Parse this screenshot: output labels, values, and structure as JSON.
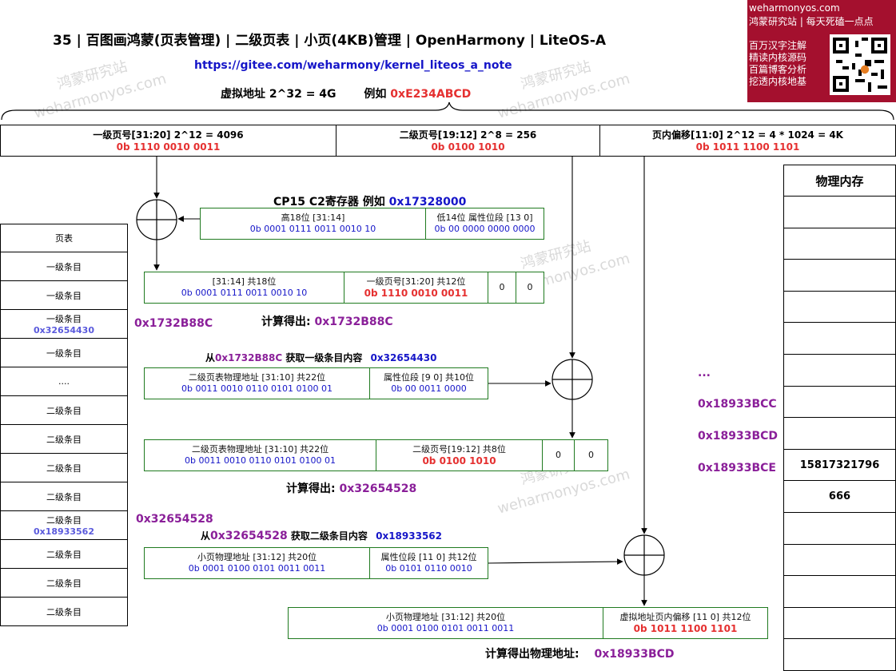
{
  "title": "35 | 百图画鸿蒙(页表管理) | 二级页表 | 小页(4KB)管理 | OpenHarmony | LiteOS-A",
  "url": "https://gitee.com/weharmony/kernel_liteos_a_note",
  "vaddr": {
    "label": "虚拟地址  2^32 = 4G",
    "example_label": "例如",
    "example_value": "0xE234ABCD"
  },
  "brand": {
    "site": "weharmonyos.com",
    "slogan": "鸿蒙研究站 | 每天死磕一点点",
    "lines": [
      "百万汉字注解",
      "精读内核源码",
      "百篇博客分析",
      "挖透内核地基"
    ]
  },
  "watermarks": [
    "鸿蒙研究站",
    "weharmonyos.com"
  ],
  "vfields": [
    {
      "label": "一级页号[31:20]  2^12 = 4096",
      "bits": "0b 1110 0010 0011"
    },
    {
      "label": "二级页号[19:12]  2^8 = 256",
      "bits": "0b 0100 1010"
    },
    {
      "label": "页内偏移[11:0]   2^12 =  4 * 1024 = 4K",
      "bits": "0b 1011 1100 1101"
    }
  ],
  "cp15": {
    "title": "CP15 C2寄存器 例如",
    "value": "0x17328000",
    "high_label": "高18位 [31:14]",
    "high_bits": "0b 0001 0111 0011 0010 10",
    "low_label": "低14位  属性位段 [13 0]",
    "low_bits": "0b 00 0000 0000 0000"
  },
  "l1addr": {
    "a_label": "[31:14] 共18位",
    "a_bits": "0b 0001 0111 0011 0010 10",
    "b_label": "一级页号[31:20]  共12位",
    "b_bits": "0b 1110 0010 0011",
    "z1": "0",
    "z2": "0",
    "result_label": "计算得出:",
    "result_value": "0x1732B88C",
    "side_value": "0x1732B88C"
  },
  "l1fetch": {
    "from": "从",
    "addr": "0x1732B88C",
    "mid": "获取一级条目内容",
    "value": "0x32654430"
  },
  "l1entry": {
    "a_label": "二级页表物理地址 [31:10] 共22位",
    "a_bits": "0b 0011 0010 0110 0101 0100 01",
    "b_label": "属性位段 [9 0]  共10位",
    "b_bits": "0b 00 0011 0000"
  },
  "l2addr": {
    "a_label": "二级页表物理地址 [31:10] 共22位",
    "a_bits": "0b 0011 0010 0110 0101 0100 01",
    "b_label": "二级页号[19:12]  共8位",
    "b_bits": "0b 0100 1010",
    "z1": "0",
    "z2": "0",
    "result_label": "计算得出:",
    "result_value": "0x32654528",
    "side_value": "0x32654528"
  },
  "l2fetch": {
    "from": "从",
    "addr": "0x32654528",
    "mid": "获取二级条目内容",
    "value": "0x18933562"
  },
  "l2entry": {
    "a_label": "小页物理地址 [31:12] 共20位",
    "a_bits": "0b 0001 0100 0101 0011 0011",
    "b_label": "属性位段 [11 0]  共12位",
    "b_bits": "0b 0101 0110 0010"
  },
  "paddr": {
    "a_label": "小页物理地址 [31:12] 共20位",
    "a_bits": "0b 0001 0100 0101 0011 0011",
    "b_label": "虚拟地址页内偏移  [11 0]  共12位",
    "b_bits": "0b 1011 1100 1101",
    "result_label": "计算得出物理地址:",
    "result_value": "0x18933BCD"
  },
  "pagetable": {
    "header": "页表",
    "rows": [
      {
        "label": "一级条目"
      },
      {
        "label": "一级条目"
      },
      {
        "label": "一级条目",
        "sub": "0x32654430"
      },
      {
        "label": "一级条目"
      },
      {
        "label": "...."
      },
      {
        "label": "二级条目"
      },
      {
        "label": "二级条目"
      },
      {
        "label": "二级条目"
      },
      {
        "label": "二级条目"
      },
      {
        "label": "二级条目",
        "sub": "0x18933562"
      },
      {
        "label": "二级条目"
      },
      {
        "label": "二级条目"
      },
      {
        "label": "二级条目"
      }
    ]
  },
  "memory": {
    "header": "物理内存",
    "values": [
      "",
      "",
      "",
      "",
      "",
      "",
      "",
      "",
      "15817321796",
      "666",
      "",
      "",
      "",
      "",
      ""
    ],
    "addr_labels": [
      "...",
      "0x18933BCC",
      "0x18933BCD",
      "0x18933BCE"
    ]
  }
}
